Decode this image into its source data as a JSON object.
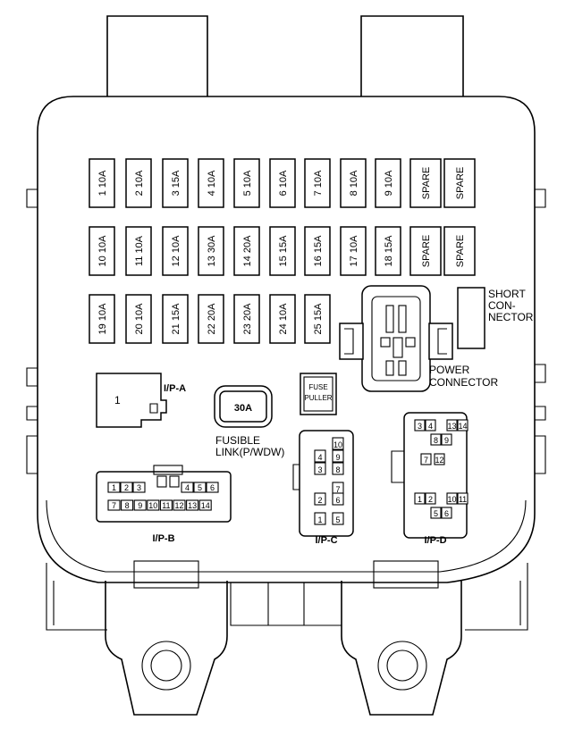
{
  "fuses_row1": [
    "1  10A",
    "2  10A",
    "3  15A",
    "4  10A",
    "5  10A",
    "6  10A",
    "7  10A",
    "8  10A",
    "9  10A",
    "SPARE",
    "SPARE"
  ],
  "fuses_row2": [
    "10 10A",
    "11 10A",
    "12 10A",
    "13 30A",
    "14 20A",
    "15 15A",
    "16 15A",
    "17 10A",
    "18 15A",
    "SPARE",
    "SPARE"
  ],
  "fuses_row3": [
    "19 10A",
    "20  10A",
    "21  15A",
    "22 20A",
    "23 20A",
    "24 10A",
    "25  15A"
  ],
  "short_connector": [
    "SHORT",
    "CON-",
    "NECTOR"
  ],
  "power_connector": [
    "POWER",
    "CONNECTOR"
  ],
  "ip_a": {
    "label": "I/P-A",
    "pin": "1"
  },
  "fusible_link": {
    "value": "30A",
    "caption": [
      "FUSIBLE",
      "LINK(P/WDW)"
    ]
  },
  "fuse_puller": [
    "FUSE",
    "PULLER"
  ],
  "ip_b": {
    "label": "I/P-B",
    "row1": [
      "1",
      "2",
      "3",
      "4",
      "5",
      "6"
    ],
    "row2": [
      "7",
      "8",
      "9",
      "10",
      "11",
      "12",
      "13",
      "14"
    ]
  },
  "ip_c": {
    "label": "I/P-C",
    "pins": [
      "10",
      "4",
      "9",
      "3",
      "8",
      "7",
      "2",
      "6",
      "1",
      "5"
    ]
  },
  "ip_d": {
    "label": "I/P-D",
    "pins": [
      "3",
      "4",
      "8",
      "9",
      "13",
      "14",
      "7",
      "12",
      "1",
      "2",
      "5",
      "6",
      "10",
      "11"
    ]
  }
}
